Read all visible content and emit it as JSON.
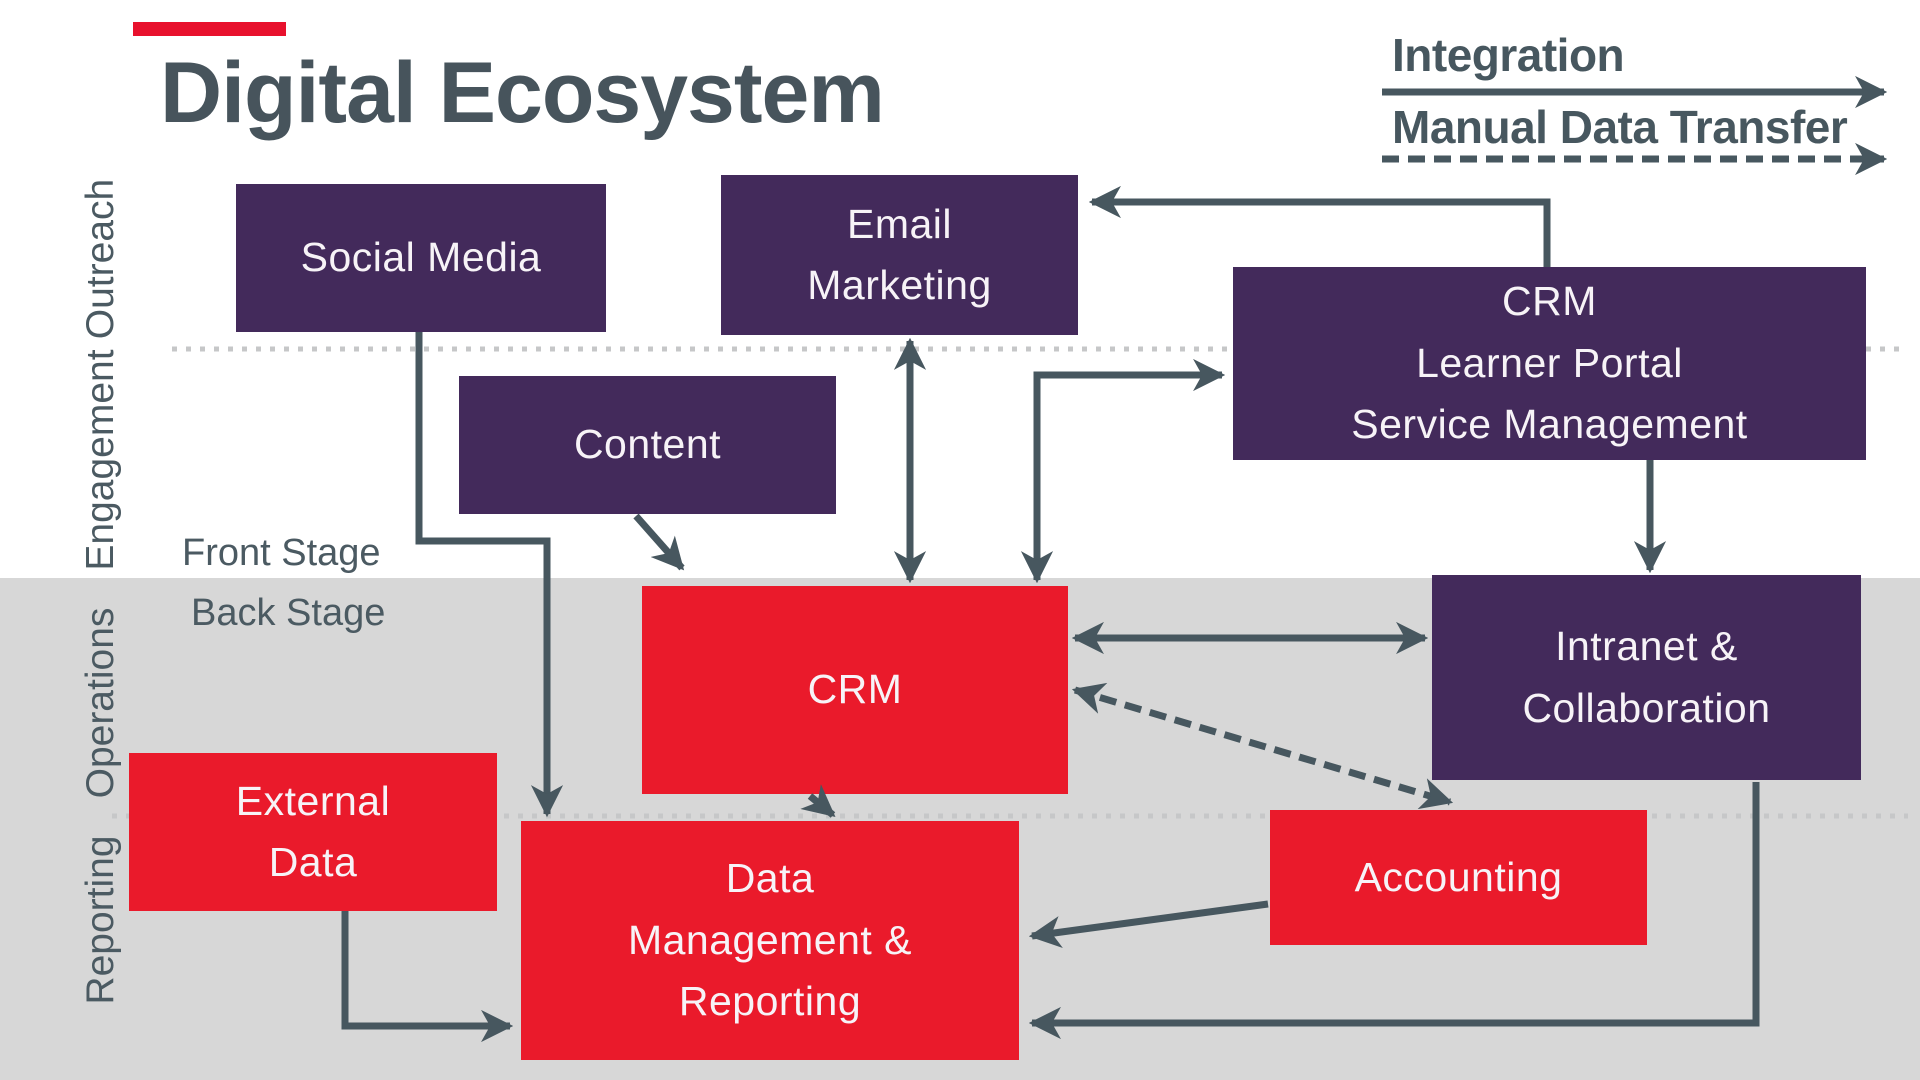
{
  "title": "Digital Ecosystem",
  "legend": {
    "integration": "Integration",
    "manual": "Manual Data Transfer"
  },
  "stages": {
    "front": "Front Stage",
    "back": "Back Stage"
  },
  "lanes": [
    "Outreach",
    "Engagement",
    "Operations",
    "Reporting"
  ],
  "nodes": {
    "social_media": {
      "label": "Social Media",
      "color": "purple"
    },
    "email_marketing": {
      "label": "Email\nMarketing",
      "color": "purple"
    },
    "crm_suite": {
      "label": "CRM\nLearner Portal\nService Management",
      "color": "purple"
    },
    "content": {
      "label": "Content",
      "color": "purple"
    },
    "crm": {
      "label": "CRM",
      "color": "red"
    },
    "intranet": {
      "label": "Intranet &\nCollaboration",
      "color": "purple"
    },
    "external_data": {
      "label": "External\nData",
      "color": "red"
    },
    "data_management": {
      "label": "Data\nManagement &\nReporting",
      "color": "red"
    },
    "accounting": {
      "label": "Accounting",
      "color": "red"
    }
  },
  "colors": {
    "purple": "#432a5b",
    "red": "#ea1a2b",
    "slate": "#47575f",
    "background_gray": "#d7d7d7",
    "accent_red_bar": "#e8112d",
    "dotted": "#c6c7c8",
    "label_gray": "#4b5a62"
  }
}
